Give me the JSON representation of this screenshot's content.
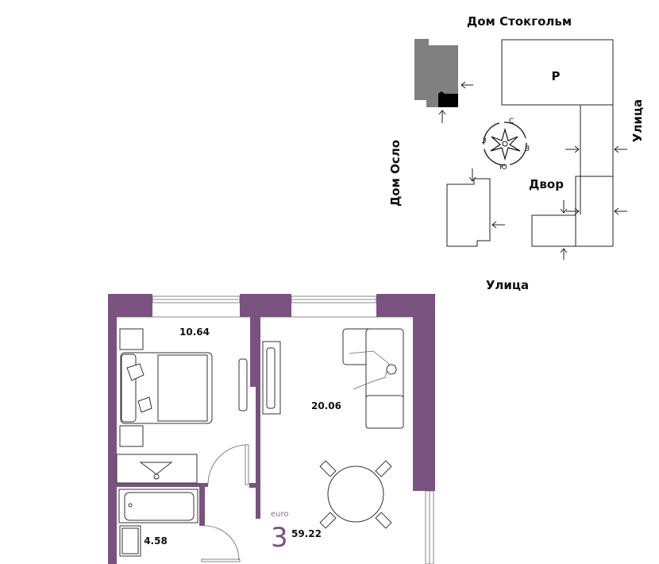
{
  "site_plan": {
    "labels": {
      "house_stockholm": "Дом Стокгольм",
      "house_oslo": "Дом Осло",
      "street_right": "Улица",
      "street_bottom": "Улица",
      "courtyard": "Двор",
      "parking": "Р"
    },
    "compass": {
      "north": "С",
      "south": "Ю",
      "west": "З",
      "east": "В"
    }
  },
  "floor_plan": {
    "rooms": {
      "bedroom_area": "10.64",
      "living_area": "20.06",
      "bathroom_area": "4.58"
    },
    "apartment": {
      "type_label": "euro",
      "rooms_count": "3",
      "total_area": "59.22"
    },
    "colors": {
      "wall": "#7a5280",
      "highlight_building": "#808080"
    }
  }
}
